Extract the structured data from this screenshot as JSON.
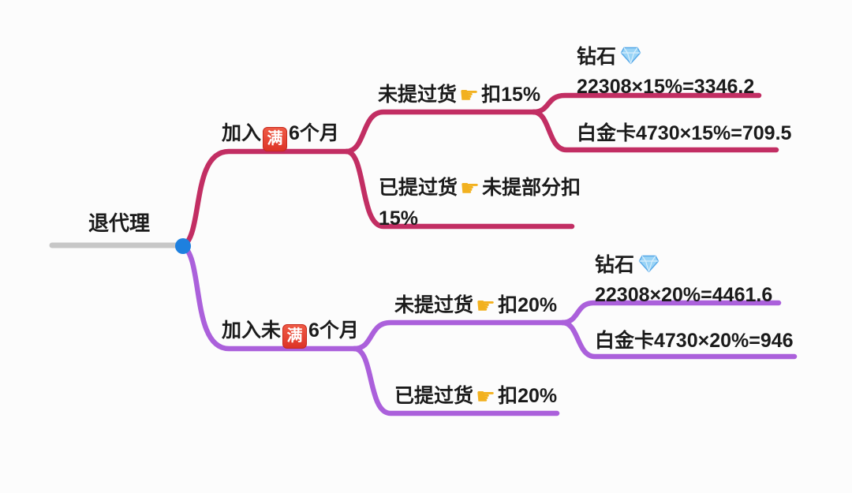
{
  "colors": {
    "branch_top": "#c22e63",
    "branch_bottom": "#ab60db",
    "root_line": "#c7c7c7",
    "root_dot": "#1e80df",
    "text": "#1b1b1b",
    "badge_bg": "#e0442f",
    "finger": "#f2b11f",
    "diamond": "#9ad4f6"
  },
  "icons": {
    "pointing_finger_glyph": "☛"
  },
  "root": {
    "label": "退代理"
  },
  "branches": [
    {
      "id": "joined-over-6-months",
      "label_prefix": "加入",
      "badge": "满",
      "label_suffix": "6个月",
      "children": [
        {
          "id": "no-pickup-15",
          "text_before_icon": "未提过货",
          "icon": "pointing-finger",
          "text_after_icon": "扣15%",
          "children": [
            {
              "id": "diamond-15",
              "line1_text": "钻石",
              "icon": "diamond",
              "line2": "22308×15%=3346.2"
            },
            {
              "id": "platinum-15",
              "label": "白金卡4730×15%=709.5"
            }
          ]
        },
        {
          "id": "picked-up-15",
          "text_before_icon": "已提过货",
          "icon": "pointing-finger",
          "text_after_icon": "未提部分扣",
          "text_line2": "15%"
        }
      ]
    },
    {
      "id": "joined-under-6-months",
      "label_prefix": "加入未",
      "badge": "满",
      "label_suffix": "6个月",
      "children": [
        {
          "id": "no-pickup-20",
          "text_before_icon": "未提过货",
          "icon": "pointing-finger",
          "text_after_icon": "扣20%",
          "children": [
            {
              "id": "diamond-20",
              "line1_text": "钻石",
              "icon": "diamond",
              "line2": "22308×20%=4461.6"
            },
            {
              "id": "platinum-20",
              "label": "白金卡4730×20%=946"
            }
          ]
        },
        {
          "id": "picked-up-20",
          "text_before_icon": "已提过货",
          "icon": "pointing-finger",
          "text_after_icon": "扣20%"
        }
      ]
    }
  ]
}
